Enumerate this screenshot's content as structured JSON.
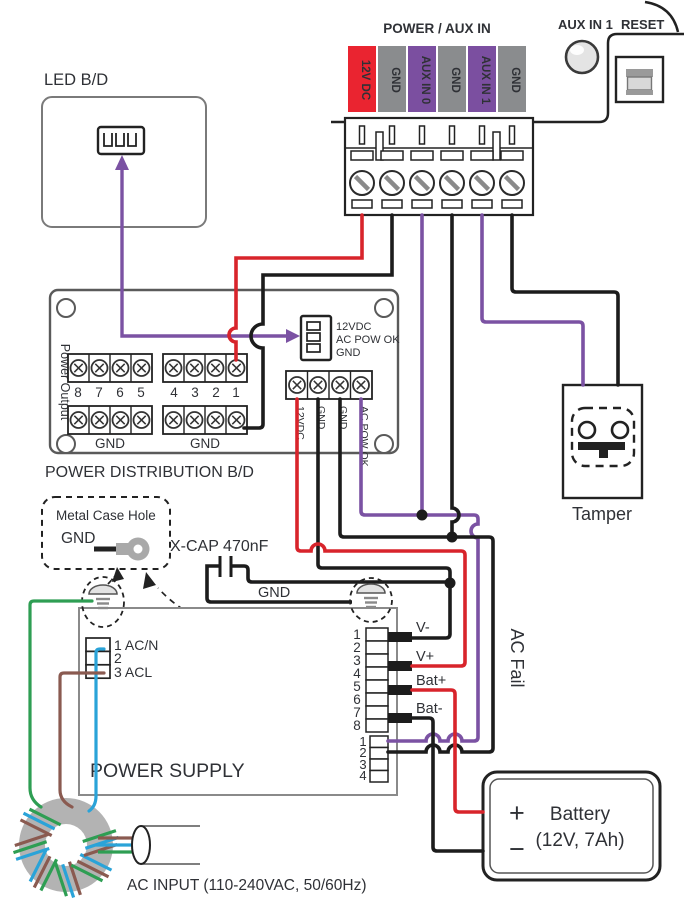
{
  "colors": {
    "wire_red": "#d8242b",
    "wire_black": "#1c1c1c",
    "wire_purple": "#7b52a3",
    "wire_green": "#2e9e53",
    "wire_blue": "#2aa3d8",
    "wire_brown": "#8a5a50",
    "strip_gray": "#8a8c8e",
    "strip_red": "#ea2430",
    "strip_purple": "#7b4fa0",
    "toroid_gray": "#b3b3b3"
  },
  "top": {
    "header": "POWER / AUX IN",
    "strips": [
      {
        "label": "12V DC",
        "color": "#ea2430"
      },
      {
        "label": "GND",
        "color": "#8a8c8e"
      },
      {
        "label": "AUX IN 0",
        "color": "#7b4fa0"
      },
      {
        "label": "GND",
        "color": "#8a8c8e"
      },
      {
        "label": "AUX IN 1",
        "color": "#7b4fa0"
      },
      {
        "label": "GND",
        "color": "#8a8c8e"
      }
    ],
    "aux_in_1_label": "AUX IN 1",
    "reset_label": "RESET"
  },
  "led_bd": {
    "title": "LED B/D"
  },
  "dist_board": {
    "caption": "POWER DISTRIBUTION B/D",
    "side_label": "Power Output",
    "numbers_left": [
      "8",
      "7",
      "6",
      "5"
    ],
    "numbers_right": [
      "4",
      "3",
      "2",
      "1"
    ],
    "gnd_left": "GND",
    "gnd_right": "GND",
    "connector_labels": [
      "12VDC",
      "AC POW OK",
      "GND"
    ],
    "terminal_labels": [
      "12VDC",
      "GND",
      "GND",
      "AC POW OK"
    ]
  },
  "tamper": {
    "label": "Tamper"
  },
  "metal_case": {
    "title": "Metal Case Hole",
    "gnd": "GND"
  },
  "xcap": {
    "label": "X-CAP 470nF",
    "gnd": "GND"
  },
  "psu": {
    "label": "POWER SUPPLY",
    "ac_terminals": [
      "1 AC/N",
      "2",
      "3 ACL"
    ],
    "pins8": [
      "1",
      "2",
      "3",
      "4",
      "5",
      "6",
      "7",
      "8"
    ],
    "pins4": [
      "1",
      "2",
      "3",
      "4"
    ],
    "outputs": [
      "V-",
      "V+",
      "Bat+",
      "Bat-"
    ],
    "ac_fail": "AC Fail"
  },
  "battery": {
    "plus": "+",
    "minus": "−",
    "name": "Battery",
    "spec": "(12V, 7Ah)"
  },
  "ac_input": {
    "label": "AC INPUT (110-240VAC, 50/60Hz)"
  }
}
